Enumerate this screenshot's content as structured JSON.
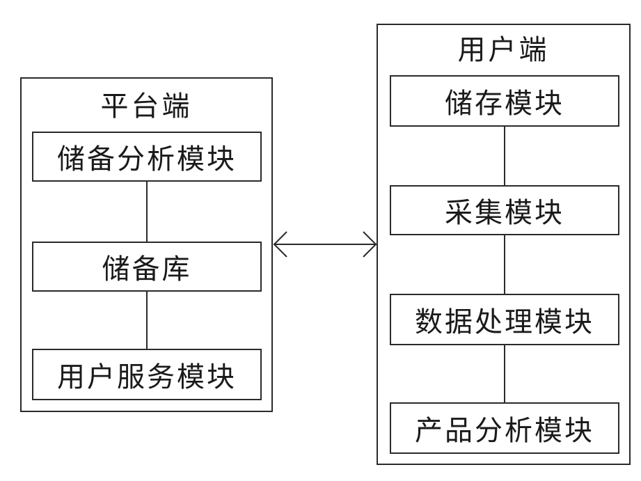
{
  "platform": {
    "title": "平台端",
    "modules": [
      "储备分析模块",
      "储备库",
      "用户服务模块"
    ]
  },
  "user": {
    "title": "用户端",
    "modules": [
      "储存模块",
      "采集模块",
      "数据处理模块",
      "产品分析模块"
    ]
  }
}
